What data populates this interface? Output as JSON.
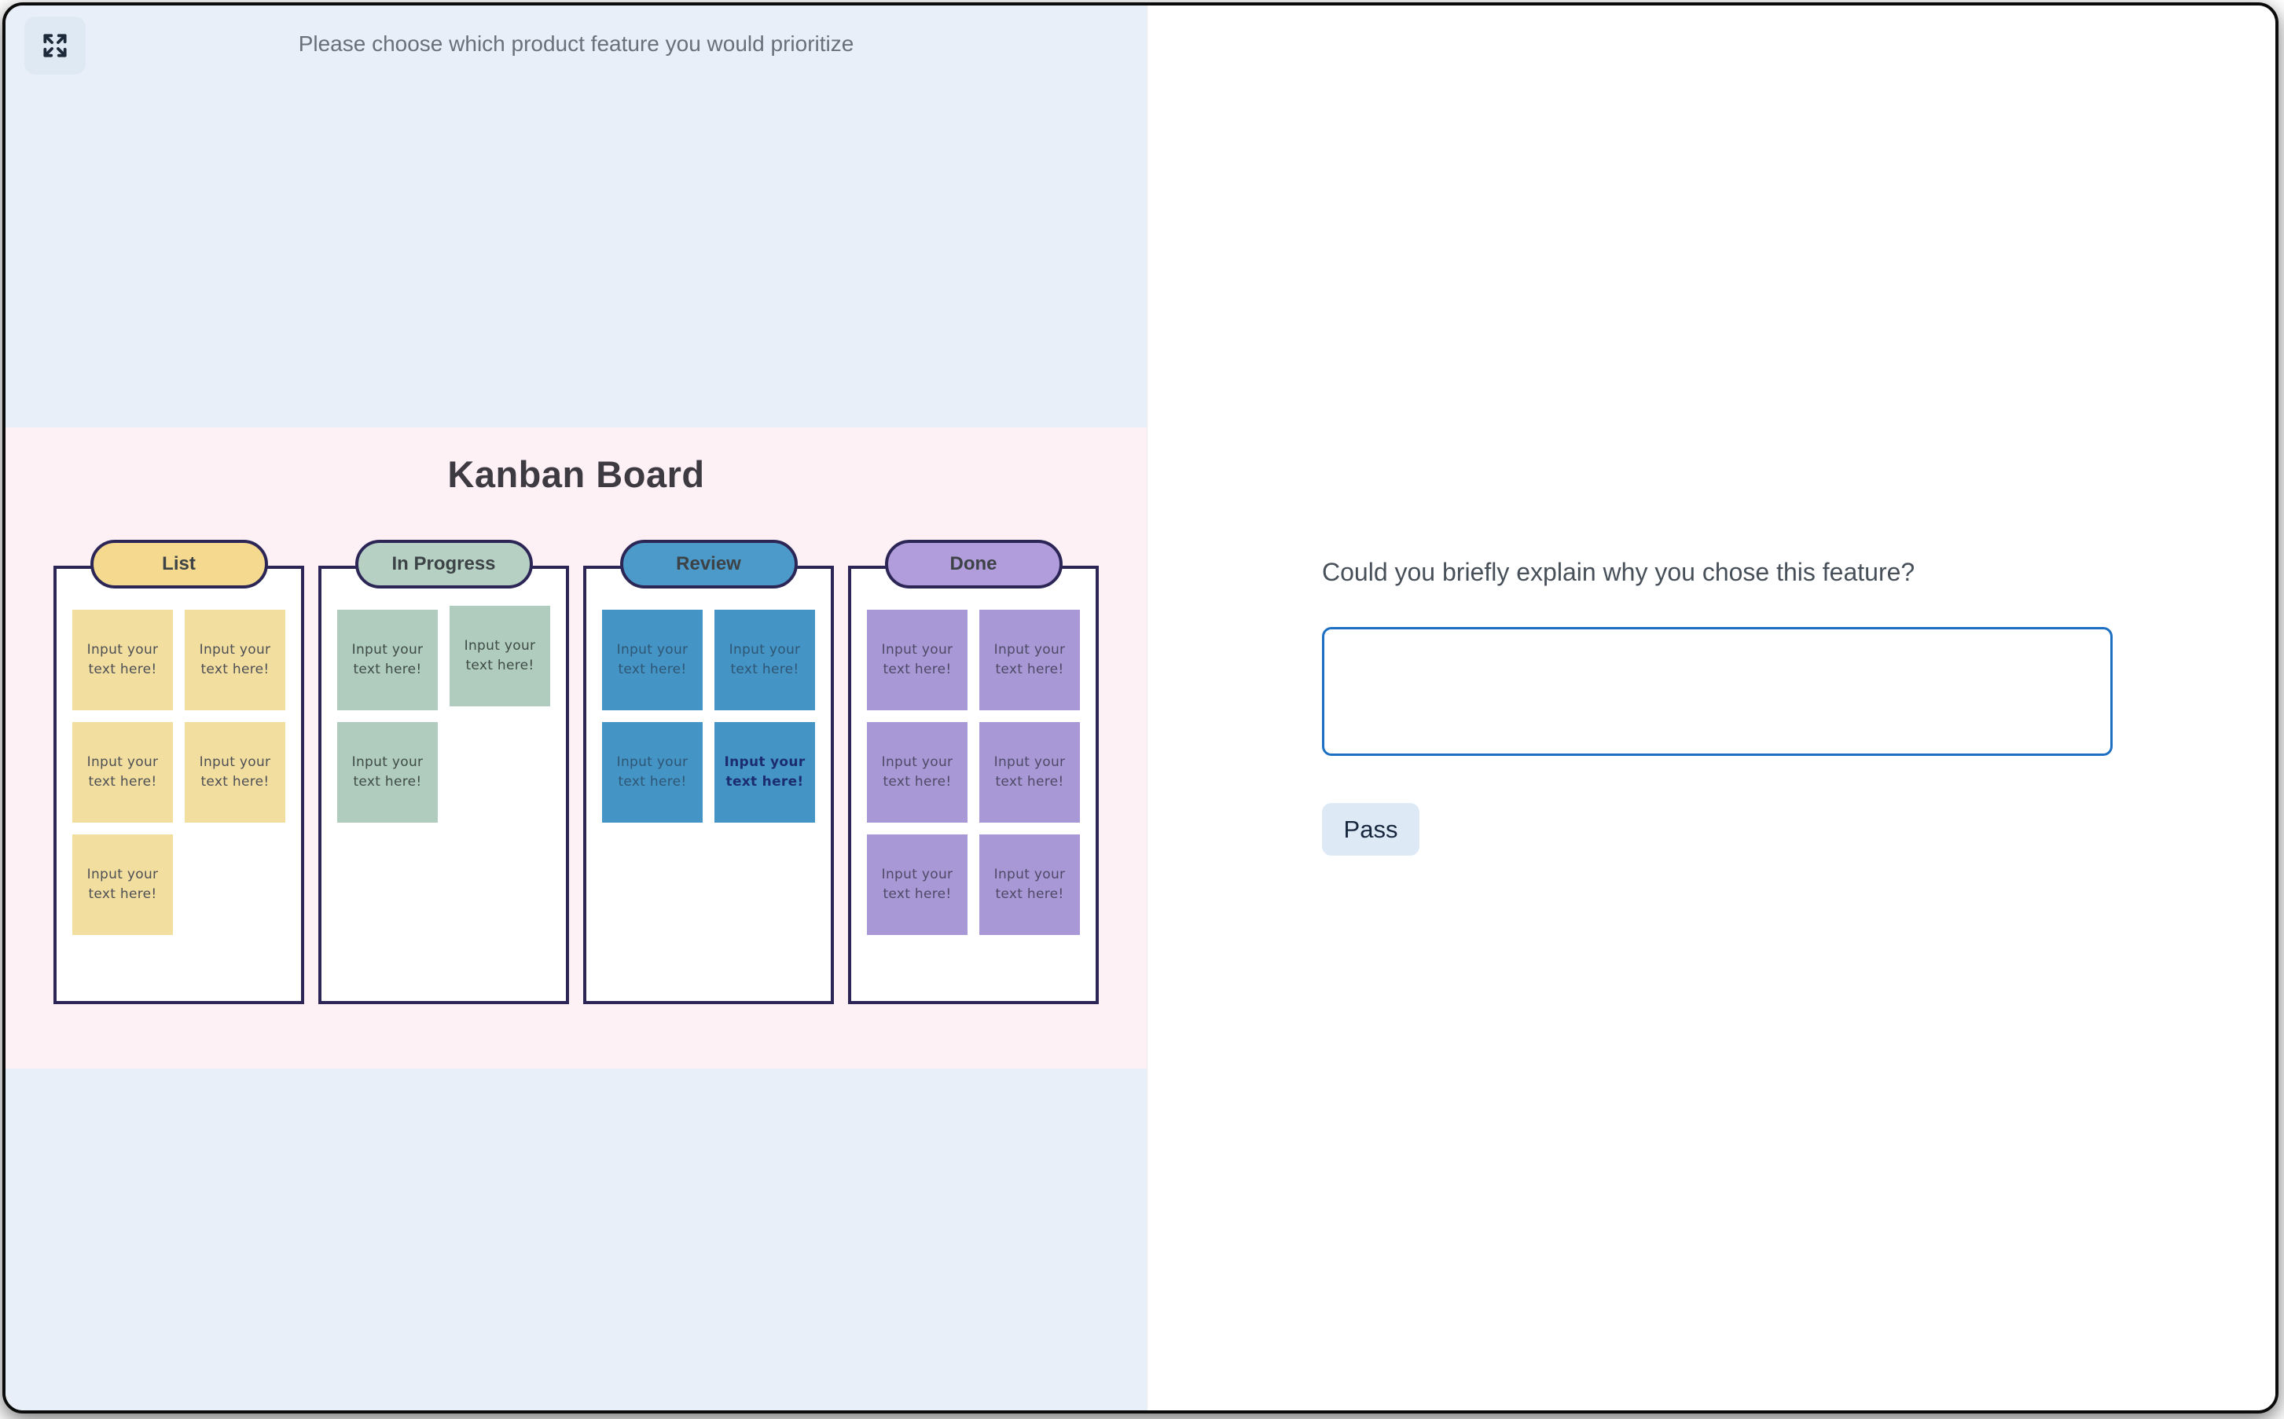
{
  "header": {
    "prompt": "Please choose which product feature you would prioritize",
    "expand_icon": "expand-arrows-icon"
  },
  "board": {
    "title": "Kanban Board",
    "columns": [
      {
        "id": "list",
        "label": "List",
        "pill_color": "#F4D98F",
        "card_color": "#F2DFA0",
        "text_color": "#4E4F55",
        "cards": [
          {
            "text": "Input your text here!"
          },
          {
            "text": "Input your text here!"
          },
          {
            "text": "Input your text here!"
          },
          {
            "text": "Input your text here!"
          },
          {
            "text": "Input your text here!"
          }
        ]
      },
      {
        "id": "in-progress",
        "label": "In Progress",
        "pill_color": "#B6D0C3",
        "card_color": "#B0CCBF",
        "text_color": "#3F4B47",
        "cards": [
          {
            "text": "Input your text here!"
          },
          {
            "text": "Input your text here!",
            "raised": true
          },
          {
            "text": "Input your text here!"
          }
        ]
      },
      {
        "id": "review",
        "label": "Review",
        "pill_color": "#4C9AC9",
        "card_color": "#4494C5",
        "text_color": "#2F5674",
        "bold_text_color": "#1B2D6E",
        "cards": [
          {
            "text": "Input your text here!"
          },
          {
            "text": "Input your text here!"
          },
          {
            "text": "Input your text here!"
          },
          {
            "text": "Input your text here!",
            "bold": true
          }
        ]
      },
      {
        "id": "done",
        "label": "Done",
        "pill_color": "#B29DDC",
        "card_color": "#A898D6",
        "text_color": "#4E4A66",
        "cards": [
          {
            "text": "Input your text here!"
          },
          {
            "text": "Input your text here!"
          },
          {
            "text": "Input your text here!"
          },
          {
            "text": "Input your text here!"
          },
          {
            "text": "Input your text here!"
          },
          {
            "text": "Input your text here!"
          }
        ]
      }
    ]
  },
  "qa": {
    "question": "Could you briefly explain why you chose this feature?",
    "answer_value": "",
    "pass_label": "Pass"
  },
  "colors": {
    "left_bg": "#E9EFF9",
    "board_bg": "#FDF1F6",
    "column_outline": "#2B2656",
    "textarea_border": "#1C6FC2",
    "pass_bg": "#DEE9F6",
    "pass_text": "#16263C"
  }
}
